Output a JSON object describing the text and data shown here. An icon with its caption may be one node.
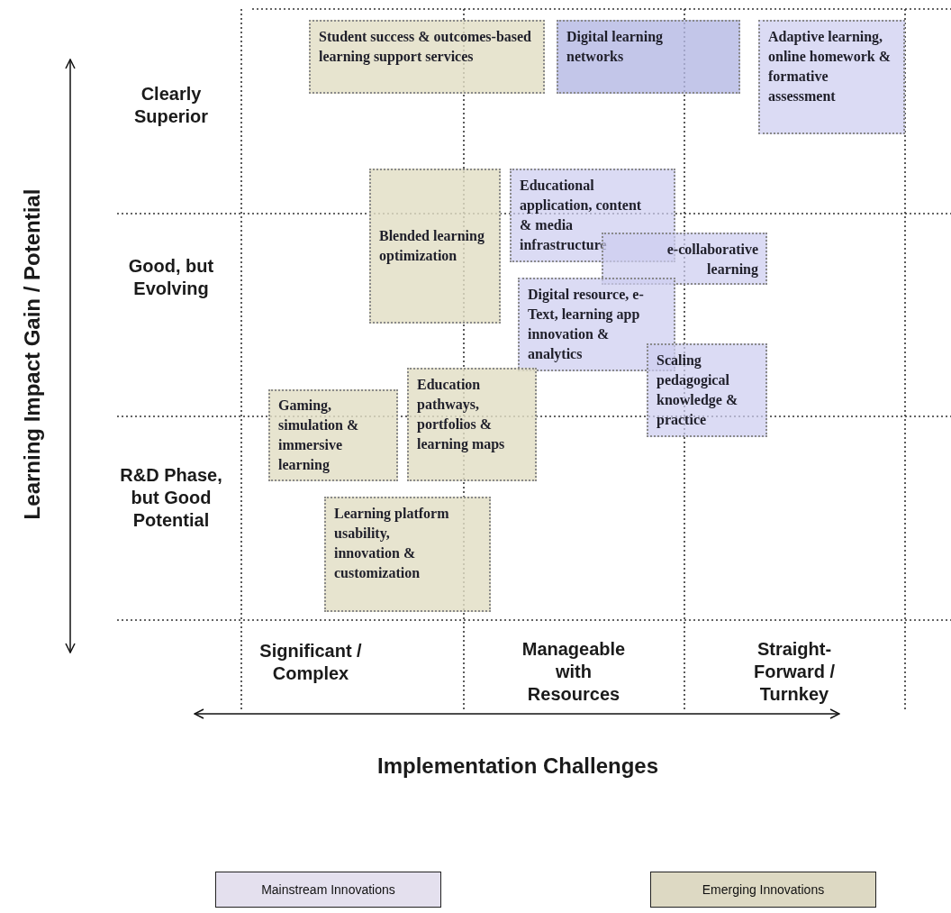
{
  "diagram": {
    "nodes": [
      {
        "text": [
          "Student success & outcomes-based learning support services"
        ]
      },
      {
        "text": [
          "Digital learning networks"
        ]
      },
      {
        "text": [
          "Adaptive learning, online homework & formative assessment"
        ]
      },
      {
        "text": [
          "Blended learning optimization"
        ]
      },
      {
        "text": [
          "Educational application, content & media infrastructure"
        ]
      },
      {
        "text": [
          "e-collaborative learning"
        ]
      },
      {
        "text": [
          "Digital resource, e-Text, learning app innovation & analytics"
        ]
      },
      {
        "text": [
          "Scaling pedagogical knowledge & practice"
        ]
      },
      {
        "text": [
          "Gaming, simulation & immersive learning"
        ]
      },
      {
        "text": [
          "Education pathways, portfolios & learning maps"
        ]
      },
      {
        "text": [
          "Learning platform usability, innovation & customization"
        ]
      }
    ],
    "labels": [
      "Learning Impact Gain / Potential",
      "Clearly Superior",
      "Good, but Evolving",
      "R&D Phase, but Good Potential",
      "Significant / Complex",
      "Manageable with Resources",
      "Straight-Forward / Turnkey",
      "Implementation Challenges"
    ],
    "legend": [
      {
        "text": "Mainstream Innovations",
        "color": "#e4e0ee"
      },
      {
        "text": "Emerging Innovations",
        "color": "#ddd9c3"
      }
    ]
  }
}
